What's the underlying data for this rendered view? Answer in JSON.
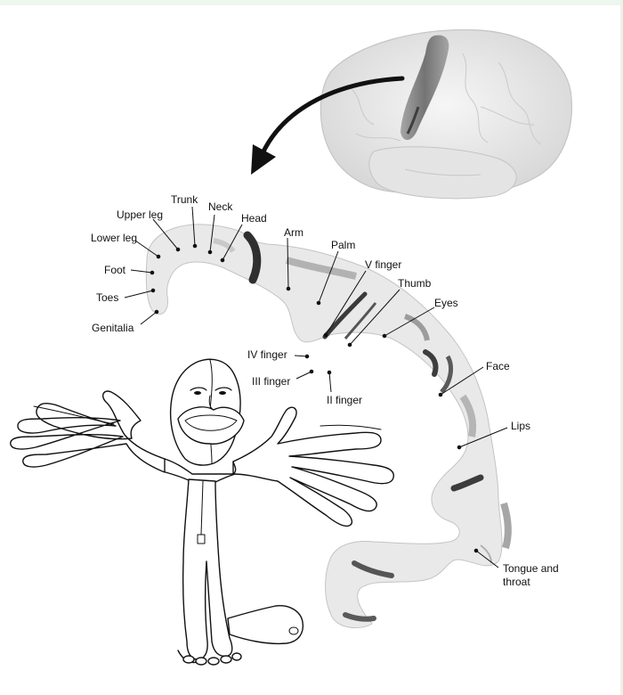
{
  "labels": {
    "trunk": "Trunk",
    "neck": "Neck",
    "upper_leg": "Upper leg",
    "head": "Head",
    "lower_leg": "Lower leg",
    "arm": "Arm",
    "palm": "Palm",
    "foot": "Foot",
    "v_finger": "V finger",
    "toes": "Toes",
    "thumb": "Thumb",
    "eyes": "Eyes",
    "genitalia": "Genitalia",
    "iv_finger": "IV finger",
    "iii_finger": "III finger",
    "ii_finger": "II finger",
    "face": "Face",
    "lips": "Lips",
    "tongue_line1": "Tongue and",
    "tongue_line2": "throat"
  },
  "colors": {
    "cortex_fill": "#e9e9e9",
    "cortex_stroke": "#bdbdbd",
    "dark_band": "#4a4a4a",
    "brain_fill": "#ececec",
    "ink": "#111111"
  }
}
